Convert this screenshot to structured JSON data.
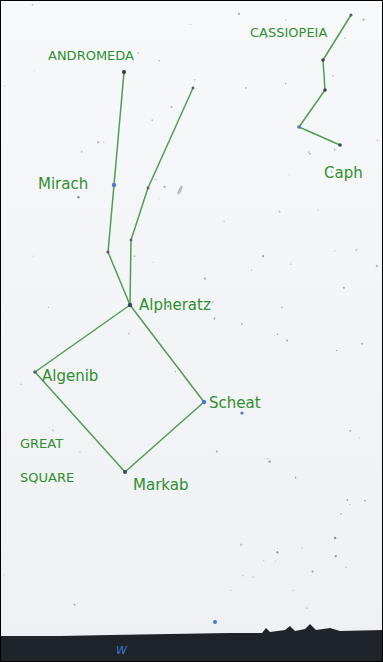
{
  "diagram": {
    "labels": [
      "CASSIOPEIA",
      "ANDROMEDA",
      "Mirach",
      "Caph",
      "Alpheratz",
      "Algenib",
      "Scheat",
      "GREAT SQUARE",
      "Markab",
      "W"
    ]
  }
}
